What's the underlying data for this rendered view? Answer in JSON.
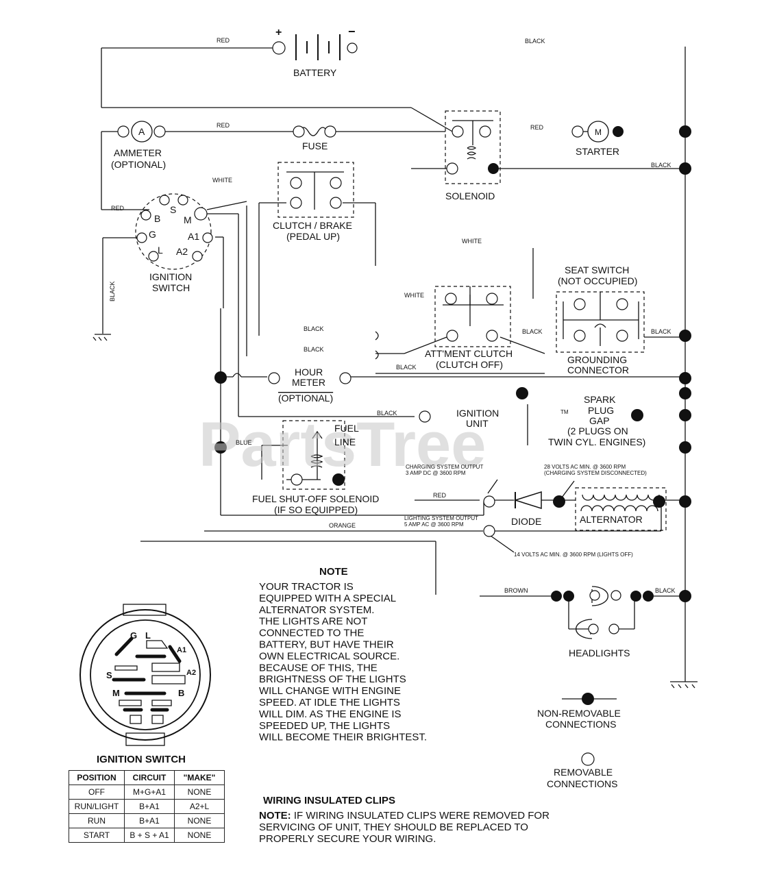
{
  "battery": {
    "label": "BATTERY",
    "plus": "+",
    "minus": "−"
  },
  "ammeter": {
    "label": "AMMETER",
    "sub": "(OPTIONAL)",
    "symbol": "A"
  },
  "fuse": {
    "label": "FUSE"
  },
  "solenoid": {
    "label": "SOLENOID"
  },
  "starter": {
    "label": "STARTER",
    "symbol": "M"
  },
  "ignition_switch": {
    "label": "IGNITION",
    "label2": "SWITCH",
    "terminals": [
      "B",
      "S",
      "M",
      "G",
      "A1",
      "L",
      "A2"
    ]
  },
  "clutch_brake": {
    "label": "CLUTCH / BRAKE",
    "sub": "(PEDAL UP)"
  },
  "seat_switch": {
    "label": "SEAT SWITCH",
    "sub": "(NOT OCCUPIED)"
  },
  "grounding_connector": {
    "label": "GROUNDING",
    "label2": "CONNECTOR"
  },
  "attment_clutch": {
    "label": "ATT'MENT CLUTCH",
    "sub": "(CLUTCH OFF)"
  },
  "hour_meter": {
    "label": "HOUR",
    "label2": "METER",
    "sub": "(OPTIONAL)"
  },
  "ignition_unit": {
    "label": "IGNITION",
    "label2": "UNIT"
  },
  "spark_plug": {
    "lines": [
      "SPARK",
      "PLUG",
      "GAP",
      "(2 PLUGS ON",
      "TWIN CYL. ENGINES)"
    ]
  },
  "fuel_line": {
    "label": "FUEL",
    "label2": "LINE"
  },
  "fuel_solenoid": {
    "label": "FUEL SHUT-OFF SOLENOID",
    "sub": "(IF SO EQUIPPED)"
  },
  "diode": {
    "label": "DIODE"
  },
  "alternator": {
    "label": "ALTERNATOR"
  },
  "headlights": {
    "label": "HEADLIGHTS"
  },
  "wire_labels": {
    "red": "RED",
    "black": "BLACK",
    "white": "WHITE",
    "blue": "BLUE",
    "orange": "ORANGE",
    "brown": "BROWN"
  },
  "charging": {
    "output": "CHARGING SYSTEM OUTPUT",
    "output2": "3 AMP DC @ 3600 RPM",
    "volts": "28 VOLTS AC MIN. @ 3600 RPM",
    "volts2": "(CHARGING SYSTEM DISCONNECTED)"
  },
  "lighting": {
    "output": "LIGHTING SYSTEM OUTPUT",
    "output2": "5 AMP AC @ 3600 RPM",
    "volts": "14 VOLTS AC MIN. @ 3600 RPM (LIGHTS OFF)"
  },
  "note": {
    "title": "NOTE",
    "lines": [
      "YOUR TRACTOR IS",
      "EQUIPPED WITH A SPECIAL",
      "ALTERNATOR SYSTEM.",
      "THE LIGHTS ARE NOT",
      "CONNECTED TO THE",
      "BATTERY, BUT HAVE THEIR",
      "OWN ELECTRICAL SOURCE.",
      "BECAUSE OF THIS, THE",
      "BRIGHTNESS OF THE LIGHTS",
      "WILL CHANGE WITH ENGINE",
      "SPEED.  AT IDLE THE LIGHTS",
      "WILL DIM.  AS THE ENGINE IS",
      "SPEEDED UP, THE LIGHTS",
      "WILL BECOME THEIR BRIGHTEST."
    ]
  },
  "legend": {
    "non_removable": "NON-REMOVABLE",
    "non_removable2": "CONNECTIONS",
    "removable": "REMOVABLE",
    "removable2": "CONNECTIONS"
  },
  "ign_switch_detail": {
    "title": "IGNITION SWITCH",
    "terminals": [
      "G",
      "L",
      "A1",
      "A2",
      "S",
      "M",
      "B"
    ]
  },
  "ign_table": {
    "headers": [
      "POSITION",
      "CIRCUIT",
      "\"MAKE\""
    ],
    "rows": [
      [
        "OFF",
        "M+G+A1",
        "NONE"
      ],
      [
        "RUN/LIGHT",
        "B+A1",
        "A2+L"
      ],
      [
        "RUN",
        "B+A1",
        "NONE"
      ],
      [
        "START",
        "B + S + A1",
        "NONE"
      ]
    ]
  },
  "clips": {
    "title": "WIRING INSULATED CLIPS",
    "note_label": "NOTE:",
    "note_lines": [
      " IF WIRING INSULATED CLIPS WERE REMOVED FOR",
      "SERVICING OF UNIT, THEY SHOULD BE REPLACED TO",
      "PROPERLY SECURE YOUR WIRING."
    ]
  },
  "watermark": "PartsTree",
  "watermark_tm": "TM"
}
